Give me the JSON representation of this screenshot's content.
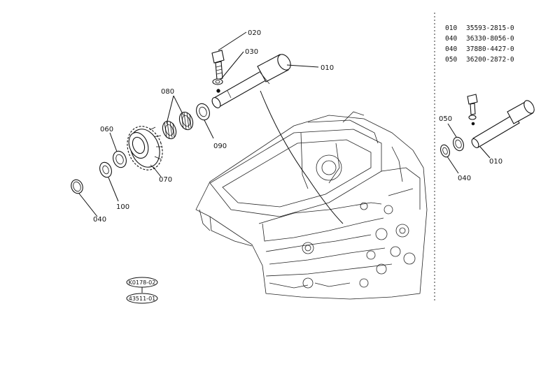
{
  "parts_list": [
    {
      "code": "010",
      "number": "35593-2815-0"
    },
    {
      "code": "040",
      "number": "36330-8056-0"
    },
    {
      "code": "040",
      "number": "37880-4427-0"
    },
    {
      "code": "050",
      "number": "36200-2872-0"
    }
  ],
  "callouts_main": {
    "c010": "010",
    "c020": "020",
    "c030": "030",
    "c040": "040",
    "c060": "060",
    "c070": "070",
    "c080": "080",
    "c090": "090",
    "c100": "100"
  },
  "callouts_inset": {
    "c010": "010",
    "c040": "040",
    "c050": "050"
  },
  "references": {
    "ref1": "K0178-02",
    "ref2": "43511-01"
  }
}
